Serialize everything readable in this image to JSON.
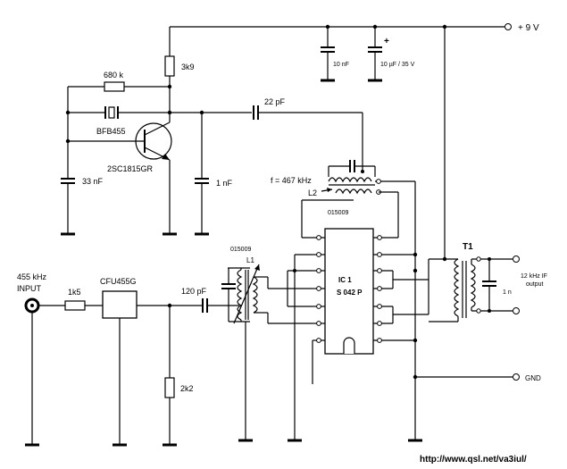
{
  "labels": {
    "supply": "+ 9 V",
    "r_680k": "680 k",
    "r_3k9": "3k9",
    "c_10nF": "10 nF",
    "c_10uF": "10 µF / 35 V",
    "c_22pF": "22 pF",
    "crystal": "BFB455",
    "transistor": "2SC1815GR",
    "c_33nF": "33 nF",
    "c_1nF": "1 nF",
    "freq": "f = 467 kHz",
    "l2": "L2",
    "coil_top": "015009",
    "coil_left": "015009",
    "l1": "L1",
    "input_freq": "455 kHz",
    "input_label": "INPUT",
    "r_1k5": "1k5",
    "filter": "CFU455G",
    "c_120pF": "120 pF",
    "ic_ref": "IC 1",
    "ic_part": "S 042 P",
    "t1": "T1",
    "output_line1": "12 kHz IF",
    "output_line2": "output",
    "c_1n": "1 n",
    "r_2k2": "2k2",
    "gnd": "GND",
    "url": "http://www.qsl.net/va3iul/"
  }
}
